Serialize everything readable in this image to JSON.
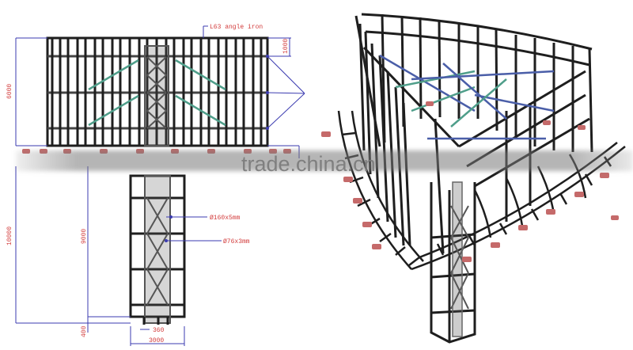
{
  "elevation_view": {
    "top_label": "L63 angle iron",
    "dim_height_panel": "6000",
    "dim_top_row": "1000",
    "dim_total_height": "10000",
    "dim_column_height": "9000",
    "dim_base": "400",
    "dim_column_spacing": "360",
    "dim_column_width": "3000",
    "pipe_main": "Ø160x5mm",
    "pipe_brace": "Ø76x3mm"
  },
  "isometric_view": {
    "description": "3D triangular billboard steel frame with walkway ladders and lamps"
  },
  "watermark": {
    "text": "trade.china.cn"
  },
  "colors": {
    "steel": "#1e1e1e",
    "dimension_line": "#3b3bb0",
    "label_text": "#d23a3a",
    "brace_teal": "#4f9e8a",
    "brace_blue": "#4a5ea8",
    "lamp": "#c56a6a"
  }
}
